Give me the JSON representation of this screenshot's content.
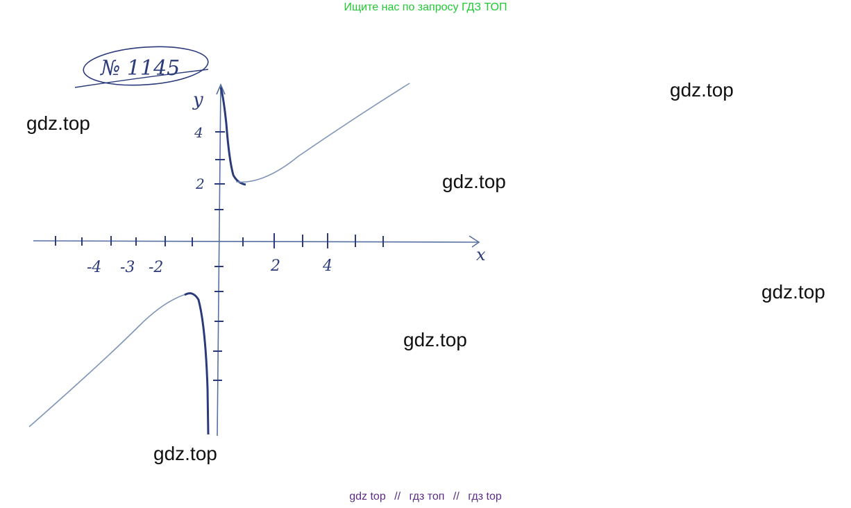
{
  "banner": {
    "text": "Ищите нас по запросу ГДЗ ТОП",
    "color": "#22c833"
  },
  "problem": {
    "number": "№ 1145"
  },
  "graph": {
    "axis_x_label": "x",
    "axis_y_label": "y",
    "x_tick_labels": [
      "-4",
      "-3",
      "-2",
      "2",
      "4"
    ],
    "y_tick_labels": [
      "4",
      "2"
    ],
    "ink_color": "#2b3a7a",
    "curve_color": "#7f95b8"
  },
  "watermarks": [
    "gdz.top",
    "gdz.top",
    "gdz.top",
    "gdz.top",
    "gdz.top",
    "gdz.top"
  ],
  "footer": {
    "link1": "gdz top",
    "link2": "гдз топ",
    "link3": "гдз top",
    "separator": "//",
    "color": "#5b2a86"
  }
}
